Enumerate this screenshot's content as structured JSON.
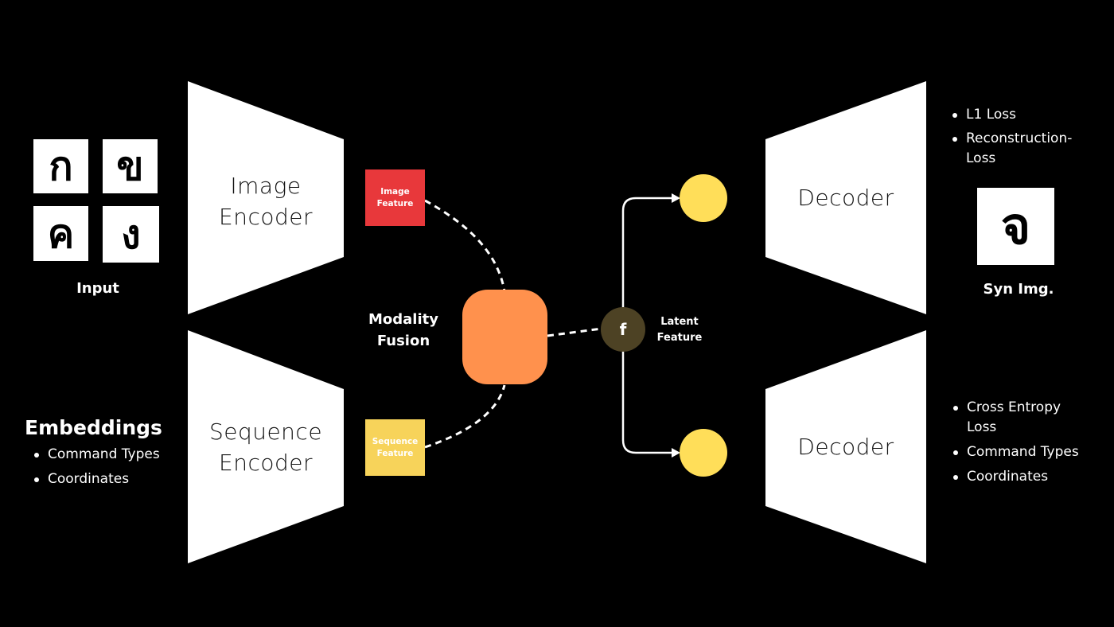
{
  "input": {
    "glyphs": [
      "ก",
      "ข",
      "ค",
      "ง"
    ],
    "label": "Input"
  },
  "embeddings": {
    "title": "Embeddings",
    "items": [
      "Command Types",
      "Coordinates"
    ]
  },
  "image_encoder": {
    "line1": "Image",
    "line2": "Encoder"
  },
  "sequence_encoder": {
    "line1": "Sequence",
    "line2": "Encoder"
  },
  "image_feature": {
    "line1": "Image",
    "line2": "Feature",
    "color": "#e8383b"
  },
  "sequence_feature": {
    "line1": "Sequence",
    "line2": "Feature",
    "color": "#f7d35a"
  },
  "modality_fusion": {
    "line1": "Modality",
    "line2": "Fusion",
    "color": "#ff914d"
  },
  "fusion_node": {
    "symbol": "f",
    "color": "#4d4224"
  },
  "latent_feature": {
    "line1": "Latent",
    "line2": "Feature"
  },
  "latent_node_color": "#ffde59",
  "decoder_top": {
    "label": "Decoder"
  },
  "decoder_bottom": {
    "label": "Decoder"
  },
  "losses_top": {
    "items": [
      {
        "line1": "L1 Loss",
        "line2": ""
      },
      {
        "line1": "Reconstruction-",
        "line2": "Loss"
      }
    ]
  },
  "syn_img": {
    "glyph": "จ",
    "label": "Syn Img."
  },
  "losses_bottom": {
    "items": [
      {
        "line1": "Cross Entropy",
        "line2": "Loss"
      },
      {
        "line1": "Command Types",
        "line2": ""
      },
      {
        "line1": "Coordinates",
        "line2": ""
      }
    ]
  }
}
